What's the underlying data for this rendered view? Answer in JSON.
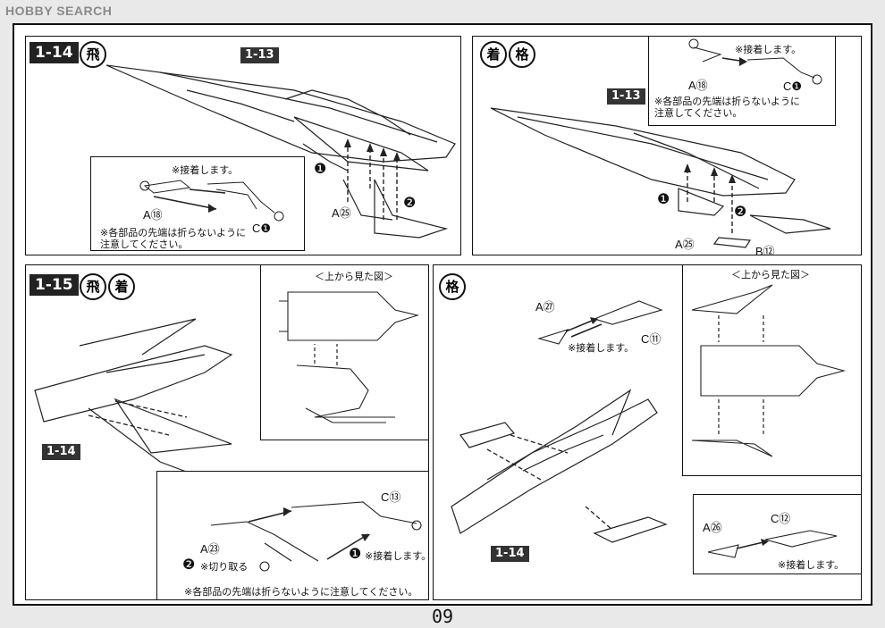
{
  "watermark": "HOBBY SEARCH",
  "page_number": "09",
  "panels": {
    "p114": {
      "step": "1-14",
      "badges": [
        "飛"
      ],
      "ref": "1-13",
      "note_top": "※接着します。",
      "part_a": "A⑱",
      "part_c": "C❶",
      "part_a25": "A㉕",
      "caution": "※各部品の先端は折らないように\n注意してください。",
      "num1": "❶",
      "num2": "❷"
    },
    "pKaku1": {
      "badges": [
        "着",
        "格"
      ],
      "ref": "1-13",
      "note_top": "※接着します。",
      "part_a": "A⑱",
      "part_c": "C❶",
      "caution": "※各部品の先端は折らないように\n注意してください。",
      "part_a25": "A㉕",
      "part_b": "B⑫",
      "num1": "❶",
      "num2": "❷"
    },
    "p115": {
      "step": "1-15",
      "badges": [
        "飛",
        "着"
      ],
      "ref": "1-14",
      "topview": "＜上から見た図＞",
      "part_a23": "A㉓",
      "part_c13": "C⑬",
      "cut": "※切り取る",
      "glue": "※接着します。",
      "caution": "※各部品の先端は折らないように注意してください。",
      "num1": "❶",
      "num2": "❷"
    },
    "pKaku2": {
      "badges": [
        "格"
      ],
      "ref": "1-14",
      "topview": "＜上から見た図＞",
      "part_a27": "A㉗",
      "part_c11": "C⑪",
      "glue1": "※接着します。",
      "part_a26": "A㉖",
      "part_c12": "C⑫",
      "glue2": "※接着します。"
    }
  }
}
